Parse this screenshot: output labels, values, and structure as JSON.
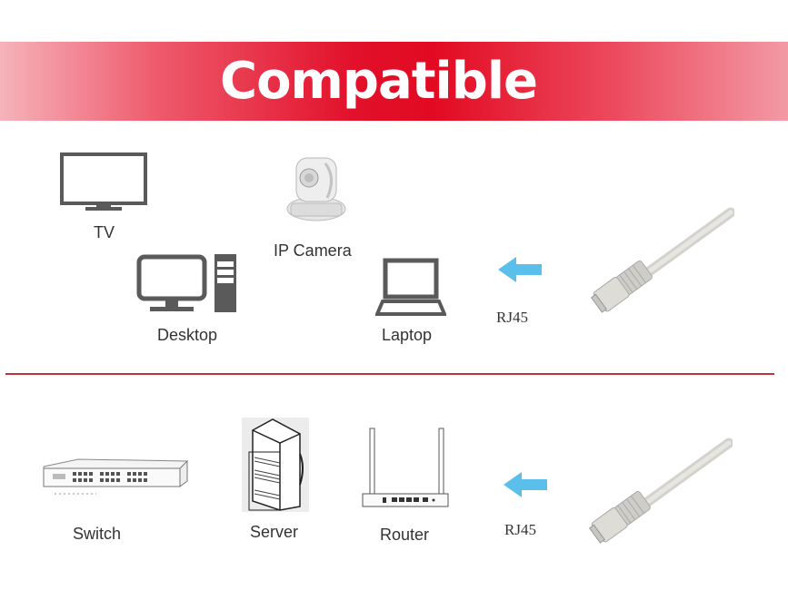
{
  "banner": {
    "title": "Compatible",
    "color": "#e20a22"
  },
  "section_top": {
    "devices": [
      {
        "id": "tv",
        "label": "TV"
      },
      {
        "id": "ip-camera",
        "label": "IP Camera"
      },
      {
        "id": "desktop",
        "label": "Desktop"
      },
      {
        "id": "laptop",
        "label": "Laptop"
      }
    ],
    "connector_label": "RJ45",
    "arrow_color": "#5bbfec"
  },
  "section_bottom": {
    "devices": [
      {
        "id": "switch",
        "label": "Switch"
      },
      {
        "id": "server",
        "label": "Server"
      },
      {
        "id": "router",
        "label": "Router"
      }
    ],
    "connector_label": "RJ45",
    "arrow_color": "#5bbfec"
  },
  "divider_color": "#c0303d",
  "icon_color": "#5a5a5a"
}
